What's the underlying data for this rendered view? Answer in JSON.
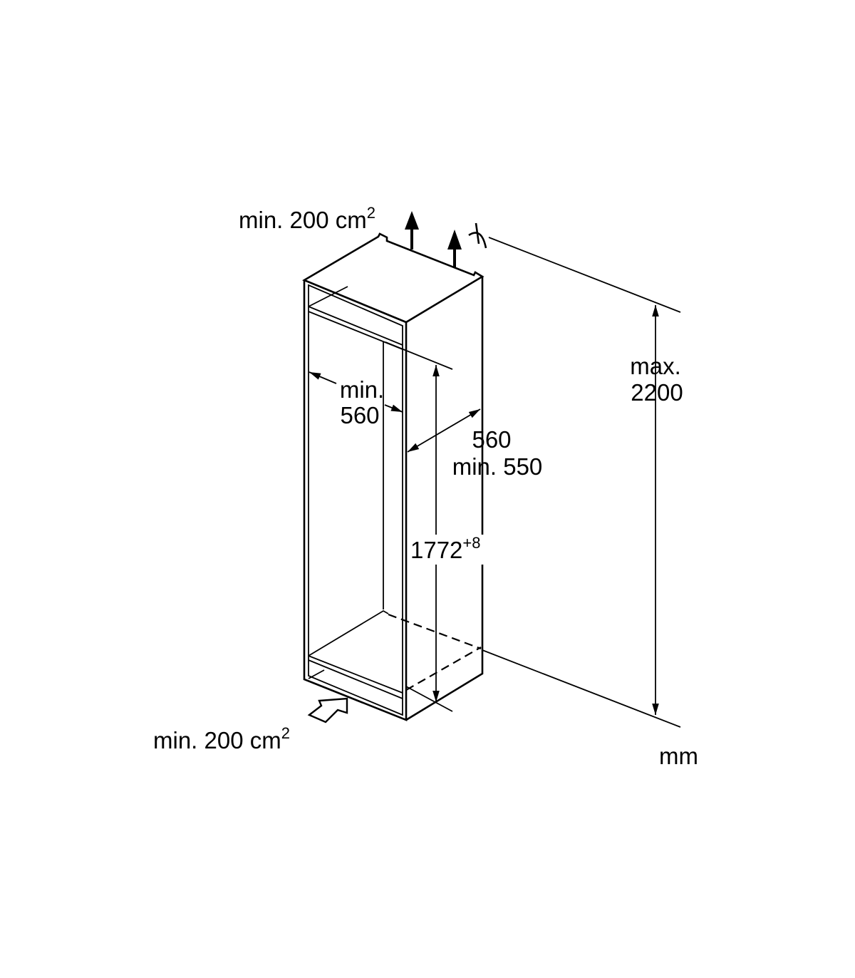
{
  "labels": {
    "top_vent": {
      "text": "min. 200 cm",
      "sup": "2"
    },
    "bottom_vent": {
      "text": "min. 200 cm",
      "sup": "2"
    },
    "niche_width": {
      "line1": "min.",
      "line2": "560"
    },
    "niche_depth": {
      "line1": "560",
      "line2": "min. 550"
    },
    "niche_height": {
      "text": "1772",
      "sup": "+8"
    },
    "max_height": {
      "line1": "max.",
      "line2": "2200"
    },
    "unit": "mm"
  },
  "icons": [
    "airflow-up-arrow",
    "airflow-in-arrow",
    "tolerance-symbol"
  ]
}
